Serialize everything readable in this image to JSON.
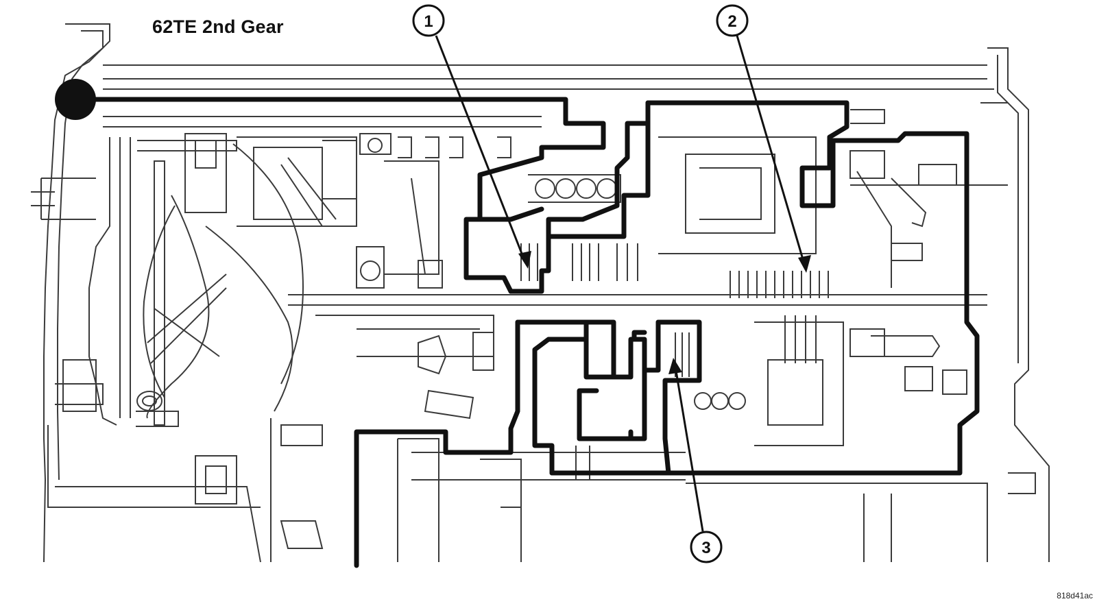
{
  "diagram": {
    "title": "62TE 2nd Gear",
    "figure_code": "818d41ac",
    "callouts": [
      {
        "number": "1"
      },
      {
        "number": "2"
      },
      {
        "number": "3"
      }
    ],
    "colors": {
      "line": "#111111",
      "background": "#ffffff",
      "detail": "#3a3a3a"
    }
  }
}
